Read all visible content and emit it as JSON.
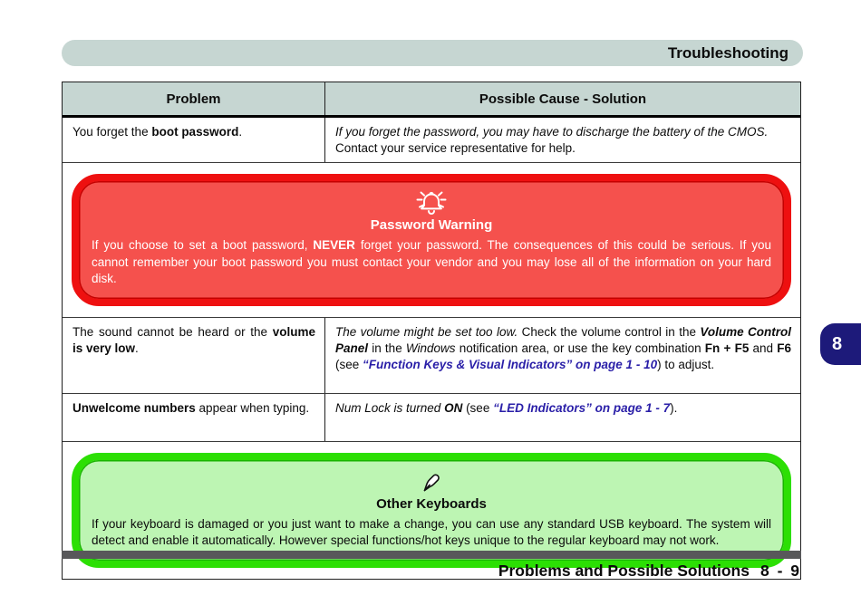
{
  "header": {
    "title": "Troubleshooting"
  },
  "table": {
    "col1_header": "Problem",
    "col2_header": "Possible Cause - Solution",
    "rows": [
      {
        "problem": [
          {
            "t": "You forget the "
          },
          {
            "t": "boot password",
            "b": true
          },
          {
            "t": "."
          }
        ],
        "solution": [
          {
            "t": "If you forget the password, you may have to discharge the battery of the CMOS.",
            "i": true
          },
          {
            "t": " Contact your service representative for help."
          }
        ]
      },
      {
        "problem": [
          {
            "t": "The sound cannot be heard or the "
          },
          {
            "t": "volume is very low",
            "b": true
          },
          {
            "t": "."
          }
        ],
        "solution": [
          {
            "t": "The volume might be set too low.",
            "i": true
          },
          {
            "t": " Check the volume control in the "
          },
          {
            "t": "Volume Control Panel",
            "b": true,
            "i": true
          },
          {
            "t": " in the "
          },
          {
            "t": "Windows",
            "i": true
          },
          {
            "t": " notification area, or use the key combination "
          },
          {
            "t": "Fn + F5",
            "b": true
          },
          {
            "t": " and "
          },
          {
            "t": "F6",
            "b": true
          },
          {
            "t": " (see "
          },
          {
            "t": "“Function Keys & Visual Indicators” on page 1 - 10",
            "b": true,
            "i": true,
            "link": true
          },
          {
            "t": ") to adjust."
          }
        ]
      },
      {
        "problem": [
          {
            "t": "Unwelcome numbers",
            "b": true
          },
          {
            "t": " appear when typing."
          }
        ],
        "solution": [
          {
            "t": "Num Lock is turned ",
            "i": true
          },
          {
            "t": "ON",
            "b": true,
            "i": true
          },
          {
            "t": " (see "
          },
          {
            "t": "“LED Indicators” on page 1 - 7",
            "b": true,
            "i": true,
            "link": true
          },
          {
            "t": ")."
          }
        ]
      }
    ]
  },
  "notes": {
    "password": {
      "icon": "bell-icon",
      "title": "Password Warning",
      "body": [
        {
          "t": "If you choose to set a boot password, "
        },
        {
          "t": "NEVER",
          "b": true
        },
        {
          "t": " forget your password. The consequences of this could be serious. If you cannot remember your boot password you must contact your vendor and you may lose all of the information on your hard disk."
        }
      ]
    },
    "keyboards": {
      "icon": "pen-icon",
      "title": "Other Keyboards",
      "body": [
        {
          "t": "If your keyboard is damaged or you just want to make a change, you can use any standard USB keyboard. The system will detect and enable it automatically. However special functions/hot keys unique to the regular keyboard may not work."
        }
      ]
    }
  },
  "sidebar_tab": {
    "label": "8"
  },
  "footer": {
    "label": "Problems and Possible Solutions",
    "page": "8 - 9"
  },
  "colors": {
    "header_bar": "#c6d6d2",
    "warning_border": "#ee1010",
    "warning_fill": "#f5514d",
    "note_border": "#2cdf04",
    "note_fill": "#bdf5b3",
    "link": "#2a1fa8",
    "chapter_tab": "#1d1a7a",
    "footer_rule": "#58585a"
  }
}
